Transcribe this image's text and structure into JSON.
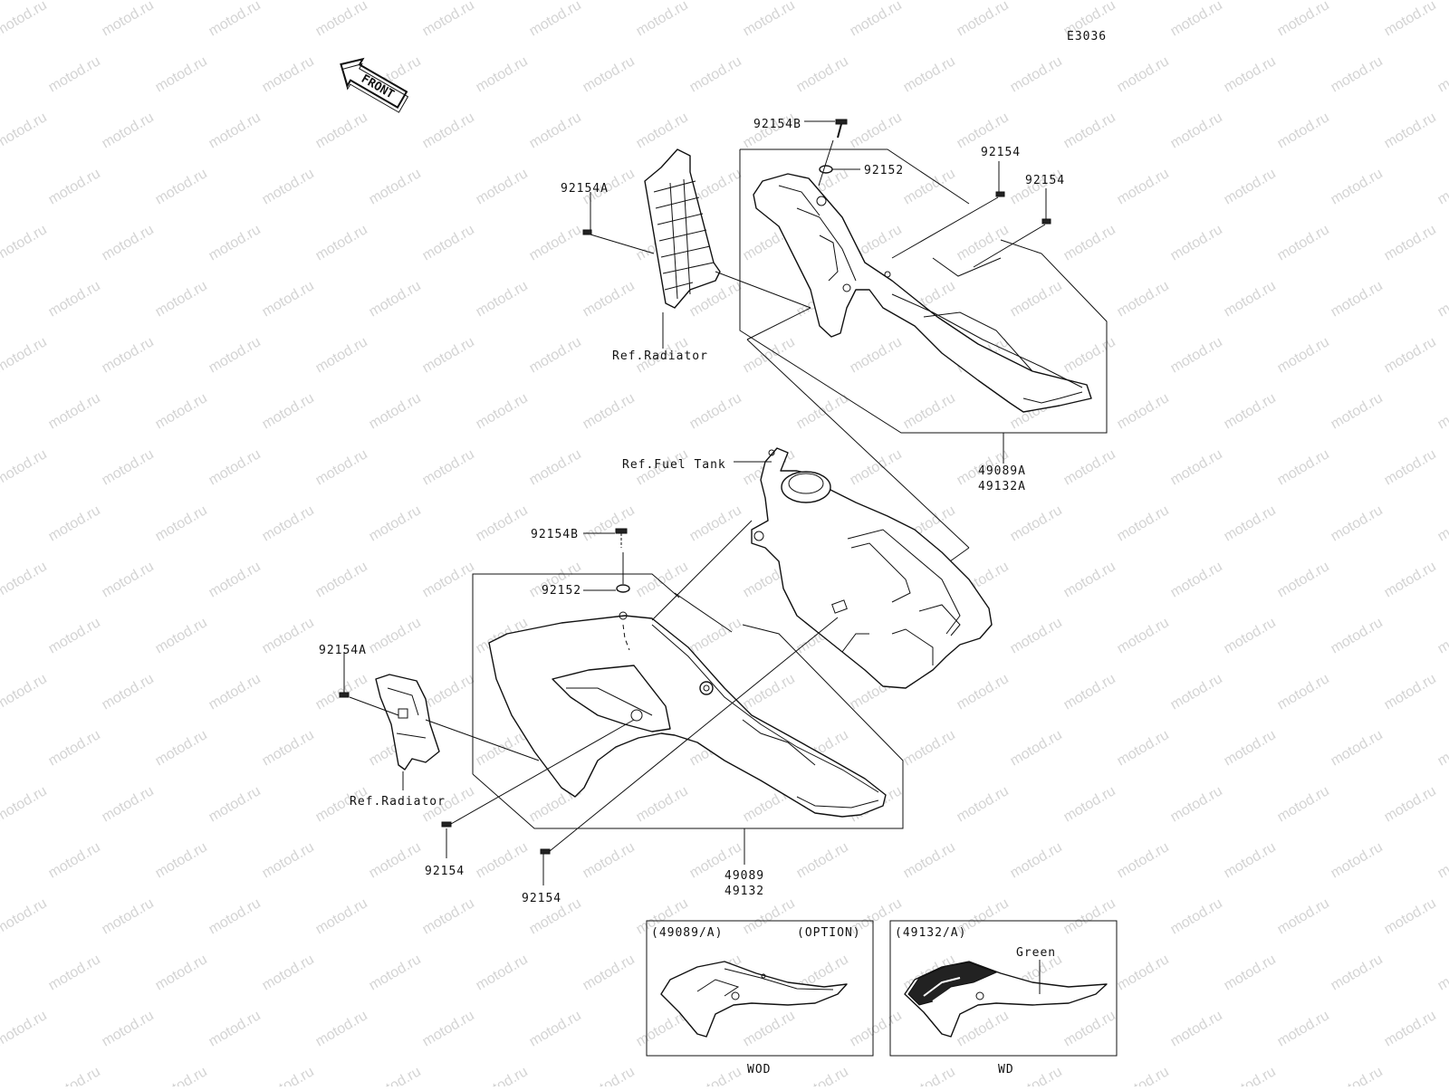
{
  "diagram_code": "E3036",
  "watermark": "motod.ru",
  "front_arrow": {
    "label": "FRONT",
    "icon": "front-arrow-icon"
  },
  "labels": {
    "top_bolt_b": "92154B",
    "top_washer": "92152",
    "top_bolt_right_1": "92154",
    "top_bolt_right_2": "92154",
    "top_bolt_a": "92154A",
    "top_ref_radiator": "Ref.Radiator",
    "top_assembly_1": "49089A",
    "top_assembly_2": "49132A",
    "ref_fuel_tank": "Ref.Fuel Tank",
    "bottom_bolt_b": "92154B",
    "bottom_washer": "92152",
    "bottom_bolt_a": "92154A",
    "bottom_ref_radiator": "Ref.Radiator",
    "bottom_bolt_left": "92154",
    "bottom_bolt_right": "92154",
    "bottom_assembly_1": "49089",
    "bottom_assembly_2": "49132"
  },
  "insets": [
    {
      "title": "(49089/A)",
      "note": "(OPTION)",
      "caption": "WOD"
    },
    {
      "title": "(49132/A)",
      "color_label": "Green",
      "caption": "WD"
    }
  ]
}
